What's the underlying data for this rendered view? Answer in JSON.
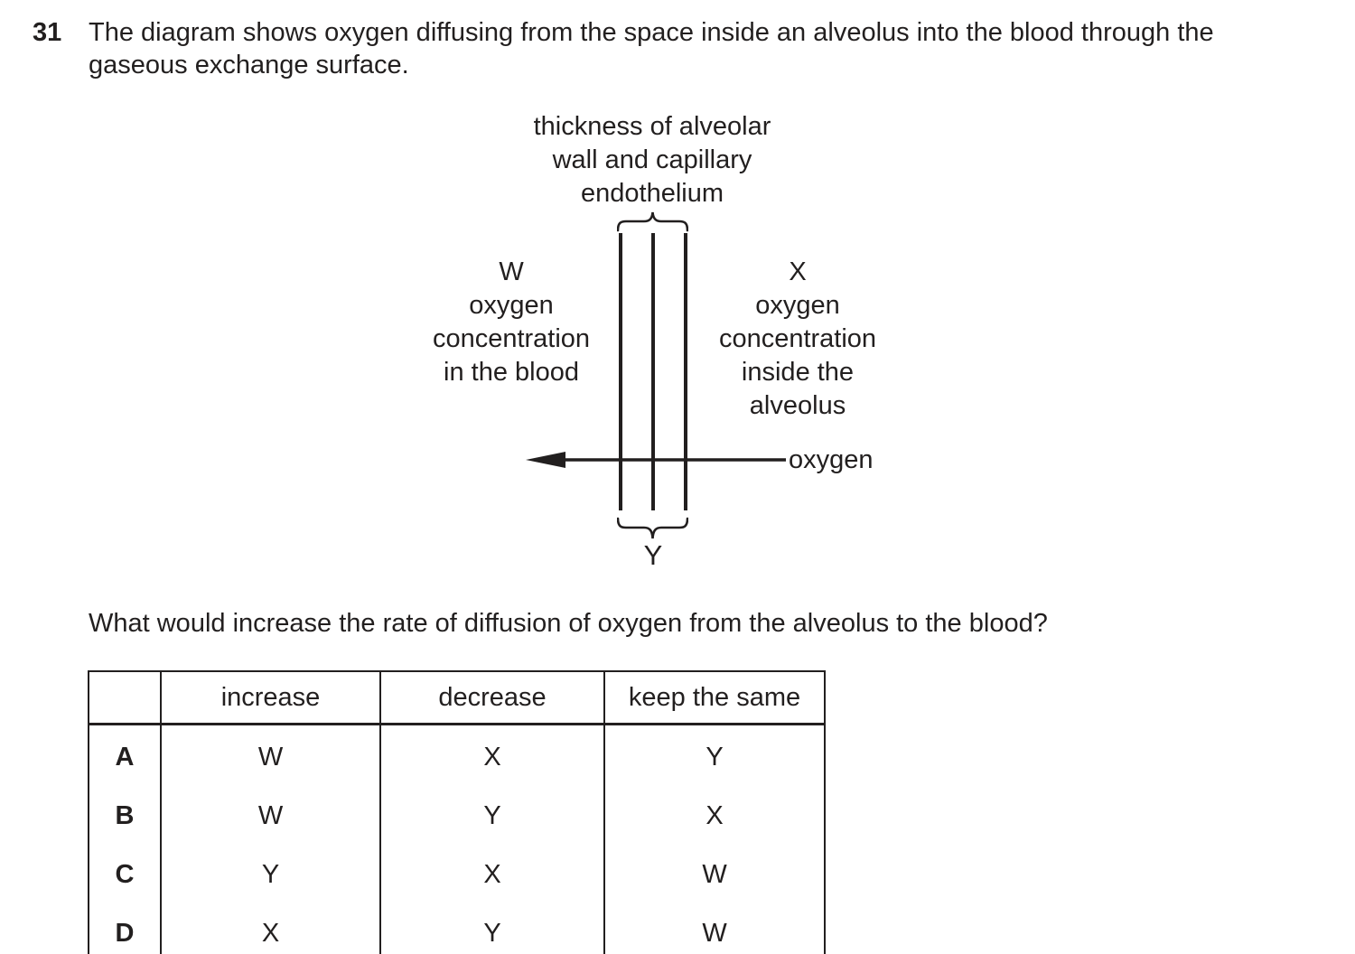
{
  "question": {
    "number": "31",
    "line1": "The diagram shows oxygen diffusing from the space inside an alveolus into the blood through the",
    "line2": "gaseous exchange surface.",
    "prompt": "What would increase the rate of diffusion of oxygen from the alveolus to the blood?"
  },
  "diagram": {
    "thickness_label": "thickness of alveolar\nwall and capillary\nendothelium",
    "left_label": "W\noxygen\nconcentration\nin the blood",
    "right_label": "X\noxygen\nconcentration\ninside the\nalveolus",
    "arrow_label": "oxygen",
    "bottom_label": "Y"
  },
  "table": {
    "headers": [
      "increase",
      "decrease",
      "keep the same"
    ],
    "rows": [
      {
        "letter": "A",
        "cells": [
          "W",
          "X",
          "Y"
        ]
      },
      {
        "letter": "B",
        "cells": [
          "W",
          "Y",
          "X"
        ]
      },
      {
        "letter": "C",
        "cells": [
          "Y",
          "X",
          "W"
        ]
      },
      {
        "letter": "D",
        "cells": [
          "X",
          "Y",
          "W"
        ]
      }
    ]
  },
  "colors": {
    "ink": "#221f1f",
    "background": "#ffffff"
  }
}
